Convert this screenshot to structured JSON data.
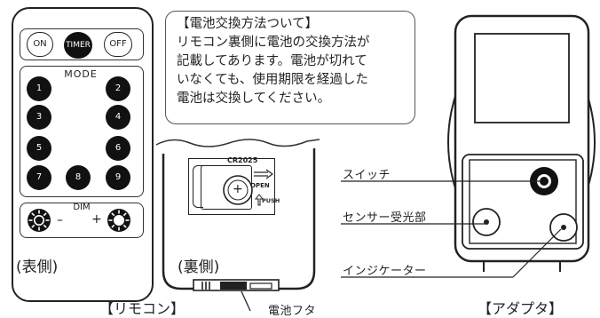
{
  "remote_front": {
    "buttons_top": [
      "ON",
      "TIMER",
      "OFF"
    ],
    "mode_label": "MODE",
    "mode_buttons": [
      "1",
      "2",
      "3",
      "4",
      "5",
      "6",
      "7",
      "8",
      "9"
    ],
    "dim_label": "DIM",
    "minus": "–",
    "plus": "+",
    "caption": "(表側)"
  },
  "remote_back": {
    "battery_model": "CR2025",
    "battery_plus": "+",
    "open_label": "OPEN",
    "push_label": "PUSH",
    "caption": "(裏側)"
  },
  "note": {
    "lines": [
      "【電池交換方法ついて】",
      "リモコン裏側に電池の交換方法が",
      "記載してあります。電池が切れて",
      "いなくても、使用期限を経過した",
      "電池は交換してください。"
    ]
  },
  "labels": {
    "remote": "【リモコン】",
    "battery_cover": "電池フタ",
    "switch": "スイッチ",
    "sensor": "センサー受光部",
    "indicator": "インジケーター",
    "adapter": "【アダプタ】"
  }
}
